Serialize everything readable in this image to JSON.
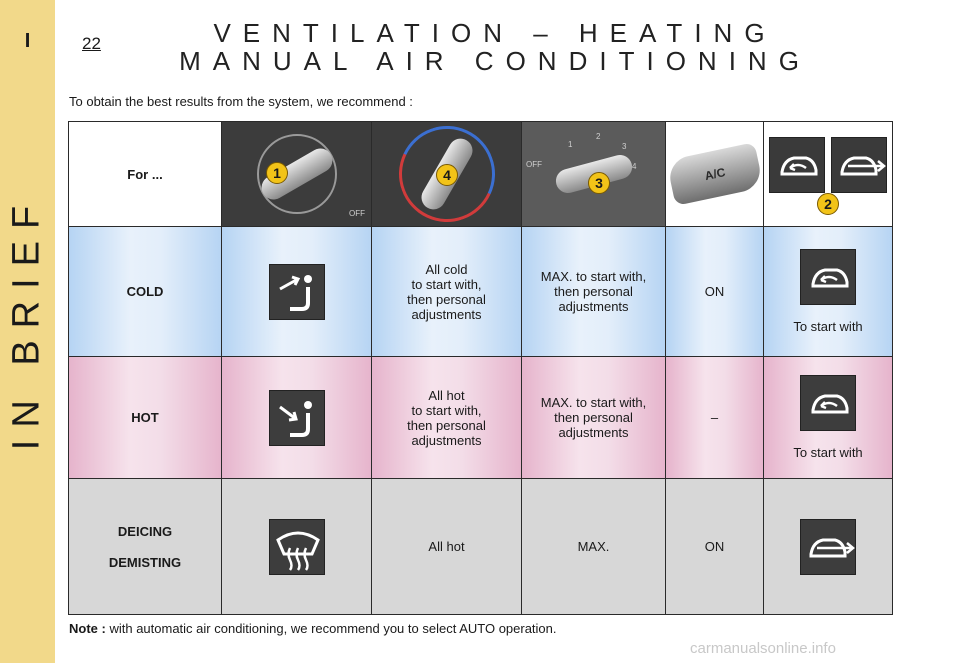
{
  "sidebar": {
    "letter": "I",
    "section": "IN BRIEF",
    "color": "#f2d98a"
  },
  "page": {
    "number": "22",
    "title_line1": "VENTILATION – HEATING",
    "title_line2": "MANUAL AIR CONDITIONING",
    "intro": "To obtain the best results from the system, we recommend :"
  },
  "table": {
    "header": {
      "label": "For ...",
      "panels": [
        {
          "icon": "air-distribution-knob",
          "badge": "1",
          "markings": [
            "OFF"
          ]
        },
        {
          "icon": "temperature-knob",
          "badge": "4"
        },
        {
          "icon": "fan-speed-knob",
          "badge": "3",
          "markings": [
            "OFF",
            "1",
            "2",
            "3",
            "4"
          ]
        },
        {
          "icon": "ac-button",
          "label": "A/C"
        },
        {
          "icon": "recirculation-buttons",
          "badge": "2"
        }
      ]
    },
    "rows": [
      {
        "label": "COLD",
        "distribution_icon": "face-vents-icon",
        "temperature": [
          "All cold",
          "to start with,",
          "then personal",
          "adjustments"
        ],
        "fan": [
          "MAX. to start with,",
          "then personal",
          "adjustments"
        ],
        "ac": "ON",
        "air_intake_icon": "recirculation-icon",
        "air_intake_text": "To start with",
        "color": "#b6d4f3"
      },
      {
        "label": "HOT",
        "distribution_icon": "feet-vents-icon",
        "temperature": [
          "All hot",
          "to start with,",
          "then personal",
          "adjustments"
        ],
        "fan": [
          "MAX. to start with,",
          "then personal",
          "adjustments"
        ],
        "ac": "–",
        "air_intake_icon": "recirculation-icon",
        "air_intake_text": "To start with",
        "color": "#e6b4cc"
      },
      {
        "label1": "DEICING",
        "label2": "DEMISTING",
        "distribution_icon": "windscreen-demist-icon",
        "temperature": "All hot",
        "fan": "MAX.",
        "ac": "ON",
        "air_intake_icon": "exterior-air-icon",
        "color": "#d7d7d7"
      }
    ]
  },
  "note": {
    "label": "Note :",
    "text": "with automatic air conditioning, we recommend you to select AUTO operation."
  },
  "watermark": "carmanualsonline.info"
}
